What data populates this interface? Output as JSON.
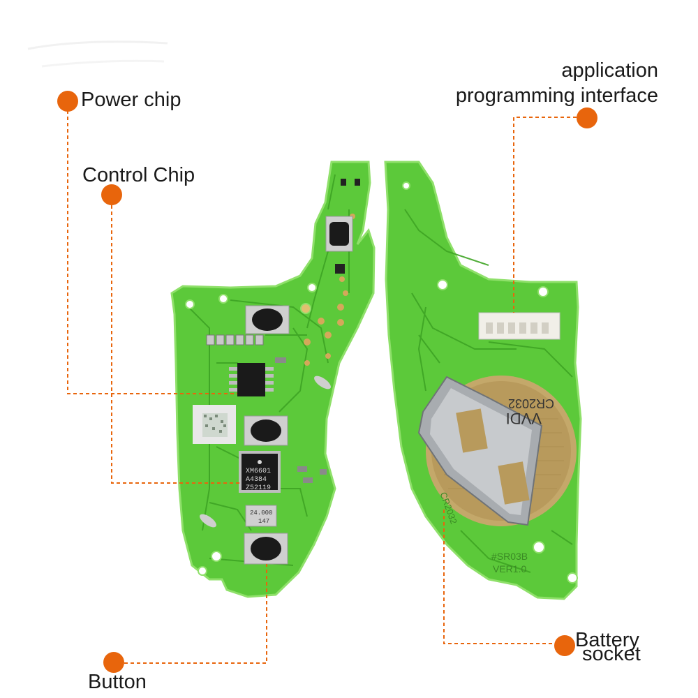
{
  "callouts": {
    "power_chip": "Power chip",
    "control_chip": "Control Chip",
    "button": "Button",
    "api_line1": "application",
    "api_line2": "programming interface",
    "battery_line1": "Battery",
    "battery_line2": "socket"
  },
  "markings": {
    "control_chip_line1": "XM6601",
    "control_chip_line2": "A4384",
    "control_chip_line3": "Z52119",
    "crystal_line1": "24.000",
    "crystal_line2": "147",
    "battery_clip_line1": "CR2032",
    "battery_clip_line2": "VVDI",
    "board_model": "#SR03B",
    "board_version": "VER1.0",
    "board_cr": "CR2032"
  },
  "colors": {
    "pcb_green": "#5cc93a",
    "pcb_edge": "#8fe06a",
    "trace": "#3ea424",
    "accent_orange": "#e8650c",
    "leader_line": "#e8650c"
  }
}
